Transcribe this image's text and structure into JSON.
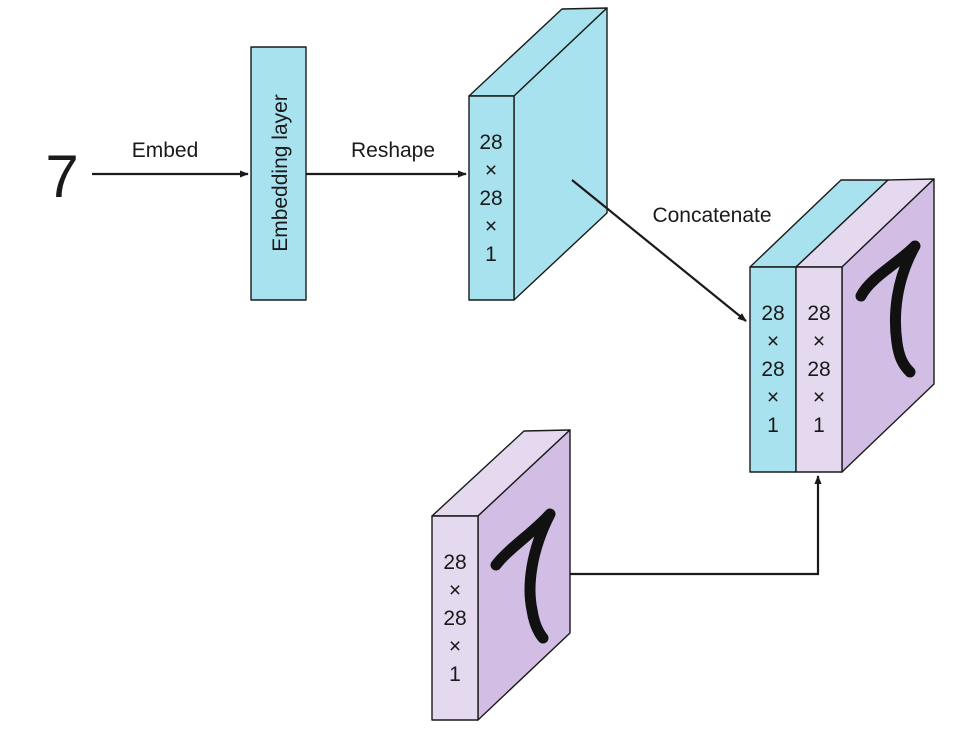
{
  "input_token": "7",
  "edges": {
    "embed": "Embed",
    "reshape": "Reshape",
    "concatenate": "Concatenate"
  },
  "embedding_layer_label": "Embedding layer",
  "dims": {
    "reshaped": [
      "28",
      "×",
      "28",
      "×",
      "1"
    ],
    "image": [
      "28",
      "×",
      "28",
      "×",
      "1"
    ],
    "concat_label_part": [
      "28",
      "×",
      "28",
      "×",
      "1"
    ],
    "concat_image_part": [
      "28",
      "×",
      "28",
      "×",
      "1"
    ]
  },
  "colors": {
    "label_fill": "#a8e2ef",
    "image_fill": "#e4d9ef",
    "image_side_fill": "#d2bee5",
    "stroke": "#1a1a1a"
  },
  "icons": {
    "handwritten_digit": "handwritten-seven-icon"
  }
}
